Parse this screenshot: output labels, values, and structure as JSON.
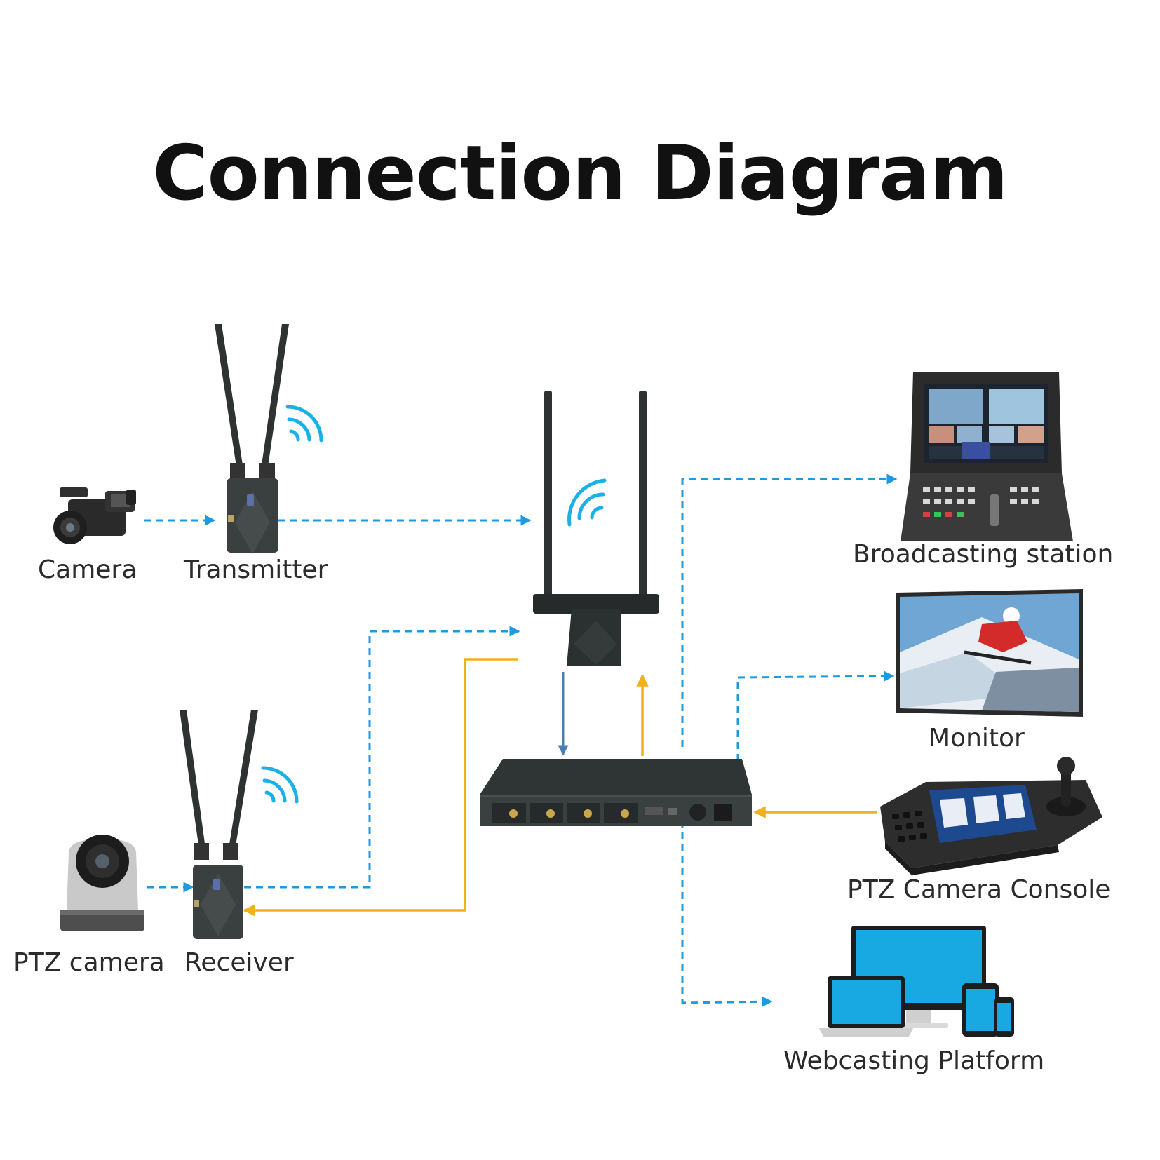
{
  "title": "Connection Diagram",
  "nodes": {
    "camera": "Camera",
    "transmitter": "Transmitter",
    "ptz_camera": "PTZ camera",
    "receiver": "Receiver",
    "broadcasting_station": "Broadcasting station",
    "monitor": "Monitor",
    "ptz_console": "PTZ Camera Console",
    "webcasting_platform": "Webcasting Platform"
  },
  "colors": {
    "video_link": "#1e9be0",
    "control_link": "#f0b21a",
    "local_link": "#4a7fb5",
    "device_body": "#3a3f3f",
    "signal_waves": "#1ab0e8",
    "screen_blue": "#19a9e2"
  }
}
